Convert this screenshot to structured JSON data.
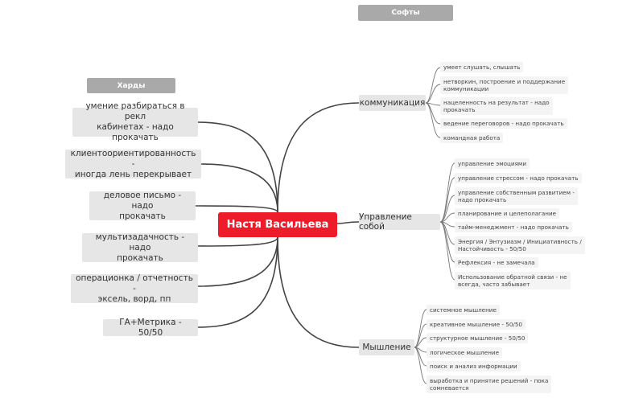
{
  "tags": {
    "soft": "Софты",
    "hard": "Харды"
  },
  "center": "Настя Васильева",
  "hards": [
    [
      "умение разбираться в рекл",
      "кабинетах - надо прокачать"
    ],
    [
      "клиентоориентированность -",
      "иногда лень перекрывает"
    ],
    [
      "деловое письмо - надо",
      "прокачать"
    ],
    [
      "мультизадачность - надо",
      "прокачать"
    ],
    [
      "операционка / отчетность -",
      "эксель, ворд, пп"
    ],
    [
      "ГА+Метрика - 50/50"
    ]
  ],
  "branches": [
    {
      "label": "коммуникация",
      "items": [
        [
          "умеет слушать, слышать"
        ],
        [
          "нетворкин, построение и поддержание",
          "коммуникации"
        ],
        [
          "нацеленность на результат - надо",
          "прокачать"
        ],
        [
          "ведение переговоров - надо прокачать"
        ],
        [
          "командная работа"
        ]
      ]
    },
    {
      "label": "Управление собой",
      "items": [
        [
          "управление эмоциями"
        ],
        [
          "управление стрессом - надо прокачать"
        ],
        [
          "управление собственным развитием -",
          "надо прокачать"
        ],
        [
          "планирование и целеполагание"
        ],
        [
          "тайм-менеджмент - надо прокачать"
        ],
        [
          "Энергия / Энтузиазм / Инициативность /",
          "Настойчивость - 50/50"
        ],
        [
          "Рефлексия - не замечала"
        ],
        [
          "Использование обратной связи - не",
          "всегда, часто забывает"
        ]
      ]
    },
    {
      "label": "Мышление",
      "items": [
        [
          "системное мышление"
        ],
        [
          "креативное мышление - 50/50"
        ],
        [
          "структурное мышление - 50/50"
        ],
        [
          "логическое мышление"
        ],
        [
          "поиск и анализ информации"
        ],
        [
          "выработка и принятие решений - пока",
          "сомневается"
        ]
      ]
    }
  ]
}
